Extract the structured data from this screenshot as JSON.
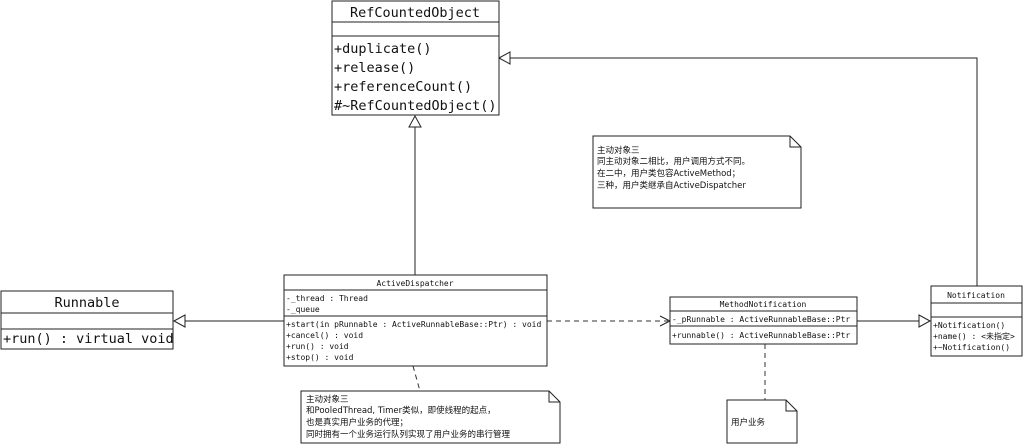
{
  "classes": {
    "ref_counted": {
      "name": "RefCountedObject",
      "methods": [
        "+duplicate()",
        "+release()",
        "+referenceCount()",
        "#~RefCountedObject()"
      ]
    },
    "active_dispatcher": {
      "name": "ActiveDispatcher",
      "attributes": [
        "-_thread : Thread",
        "-_queue"
      ],
      "methods": [
        "+start(in pRunnable : ActiveRunnableBase::Ptr) : void",
        "+cancel() : void",
        "+run() : void",
        "+stop() : void"
      ]
    },
    "runnable": {
      "name": "Runnable",
      "methods": [
        "+run() : virtual void"
      ]
    },
    "method_notification": {
      "name": "MethodNotification",
      "attributes": [
        "-_pRunnable : ActiveRunnableBase::Ptr"
      ],
      "methods": [
        "+runnable() : ActiveRunnableBase::Ptr"
      ]
    },
    "notification": {
      "name": "Notification",
      "methods": [
        "+Notification()",
        "+name() : <未指定>",
        "+~Notification()"
      ]
    }
  },
  "notes": {
    "active_object_3": [
      "主动对象三",
      "同主动对象二相比，用户调用方式不同。",
      "在二中，用户类包容ActiveMethod；",
      "三种，用户类继承自ActiveDispatcher"
    ],
    "dispatcher_note": [
      "主动对象三",
      "和PooledThread, Timer类似，即使线程的起点，",
      "也是真实用户业务的代理；",
      "同时拥有一个业务运行队列实现了用户业务的串行管理"
    ],
    "user_business": [
      "用户业务"
    ]
  }
}
